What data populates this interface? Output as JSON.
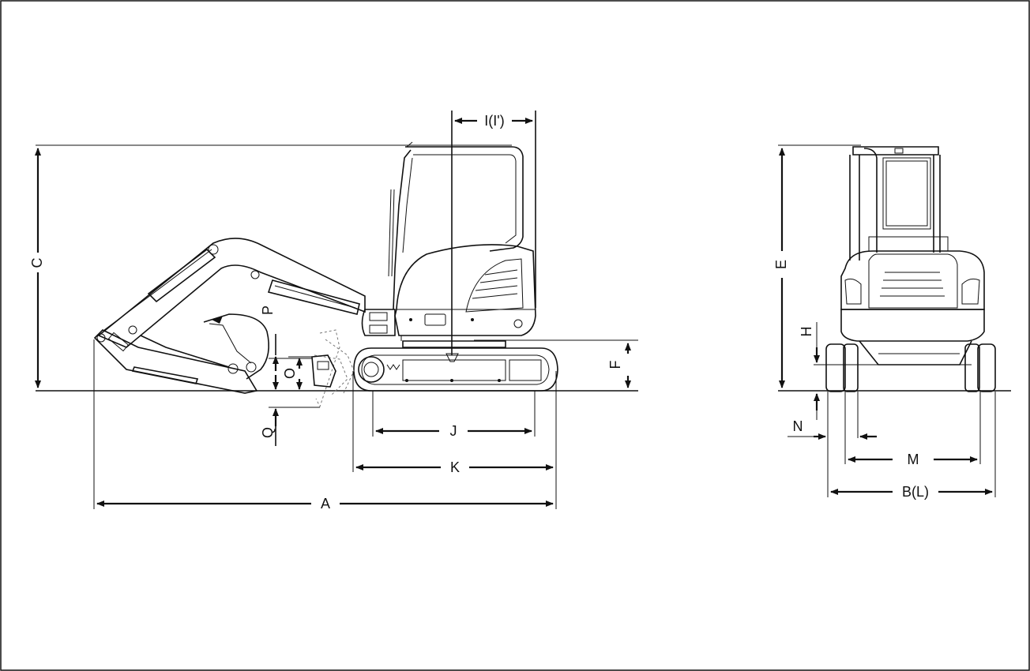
{
  "diagram": {
    "dimension_labels": {
      "A": "A",
      "B_L": "B(L)",
      "C": "C",
      "E": "E",
      "F": "F",
      "H": "H",
      "I": "I(I')",
      "J": "J",
      "K": "K",
      "M": "M",
      "N": "N",
      "O": "O",
      "P": "P",
      "Q": "Q"
    },
    "views": {
      "side": "side-view",
      "front": "front-view"
    },
    "colors": {
      "line": "#111111",
      "background": "#ffffff",
      "hidden": "#777777"
    }
  }
}
